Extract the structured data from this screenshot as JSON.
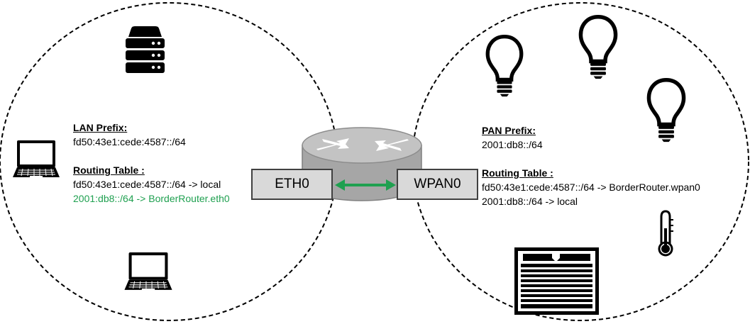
{
  "lan": {
    "prefix_heading": "LAN Prefix:",
    "prefix_value": "fd50:43e1:cede:4587::/64",
    "routing_heading": "Routing Table :",
    "routes": [
      "fd50:43e1:cede:4587::/64 -> local",
      "2001:db8::/64 -> BorderRouter.eth0"
    ]
  },
  "pan": {
    "prefix_heading": "PAN Prefix:",
    "prefix_value": "2001:db8::/64",
    "routing_heading": "Routing Table :",
    "routes": [
      "fd50:43e1:cede:4587::/64 -> BorderRouter.wpan0",
      "2001:db8::/64 -> local"
    ]
  },
  "router": {
    "eth_label": "ETH0",
    "wpan_label": "WPAN0"
  },
  "colors": {
    "highlight_route": "#1fa050",
    "link_arrow": "#1fa050",
    "interface_box": "#d9d9d9",
    "router_body": "#a6a6a6",
    "icon": "#000000"
  },
  "icons": {
    "lan_devices": [
      "server-icon",
      "laptop-icon",
      "laptop-icon"
    ],
    "pan_devices": [
      "light-bulb-icon",
      "light-bulb-icon",
      "light-bulb-icon",
      "thermometer-icon",
      "air-conditioner-icon"
    ],
    "router": "router-icon"
  }
}
